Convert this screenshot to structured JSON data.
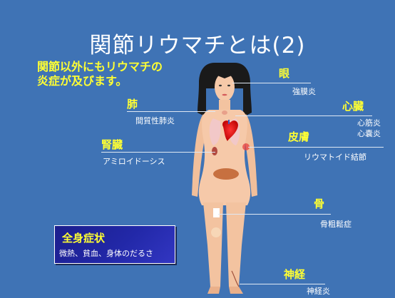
{
  "slide": {
    "title": "関節リウマチとは(2)",
    "intro_lines": [
      "関節以外にもリウマチの",
      "炎症が及びます。"
    ],
    "organs": {
      "eye": {
        "name": "眼",
        "diseases": [
          "強膜炎"
        ]
      },
      "lung": {
        "name": "肺",
        "diseases": [
          "間質性肺炎"
        ]
      },
      "heart": {
        "name": "心臓",
        "diseases": [
          "心筋炎",
          "心嚢炎"
        ]
      },
      "kidney": {
        "name": "腎臓",
        "diseases": [
          "アミロイドーシス"
        ]
      },
      "skin": {
        "name": "皮膚",
        "diseases": [
          "リウマトイド結節"
        ]
      },
      "bone": {
        "name": "骨",
        "diseases": [
          "骨粗鬆症"
        ]
      },
      "nerve": {
        "name": "神経",
        "diseases": [
          "神経炎"
        ]
      }
    },
    "systemic": {
      "title": "全身症状",
      "text": "微熱、貧血、身体のだるさ"
    }
  },
  "colors": {
    "background": "#3f73b5",
    "highlight": "#ffff33",
    "text": "#ffffff",
    "box": "#2228a8"
  }
}
